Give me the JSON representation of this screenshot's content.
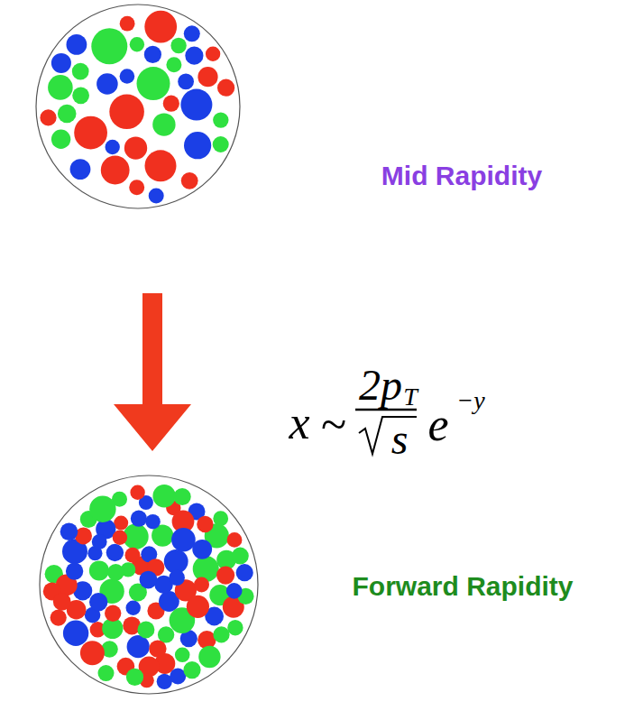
{
  "diagram": {
    "labels": [
      "Mid Rapidity",
      "Forward Rapidity",
      "x",
      "~",
      "2p",
      "T",
      "s",
      "e",
      "−y"
    ]
  }
}
